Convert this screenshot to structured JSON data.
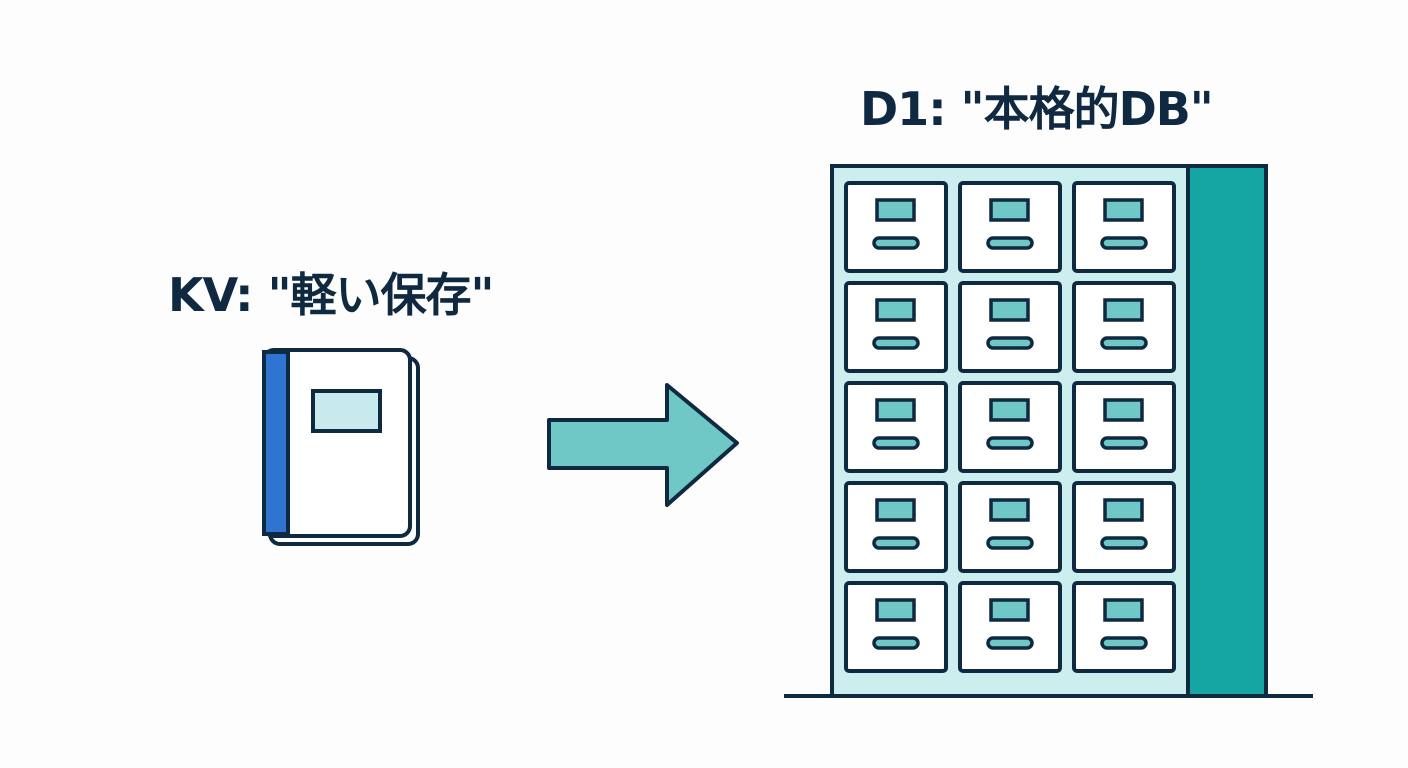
{
  "kv": {
    "label": "KV: \"軽い保存\"",
    "icon": "notebook-icon"
  },
  "d1": {
    "label": "D1: \"本格的DB\"",
    "icon": "filing-cabinet-icon",
    "drawer_rows": 5,
    "drawer_cols": 3
  },
  "arrow": {
    "icon": "right-arrow-icon"
  },
  "colors": {
    "outline": "#0f2940",
    "teal_light": "#6fc8c6",
    "teal_pale": "#cdeeee",
    "teal_dark": "#15a5a2",
    "book_spine": "#2f74d0",
    "book_label": "#c8eaec",
    "background": "#fdfdfd"
  }
}
